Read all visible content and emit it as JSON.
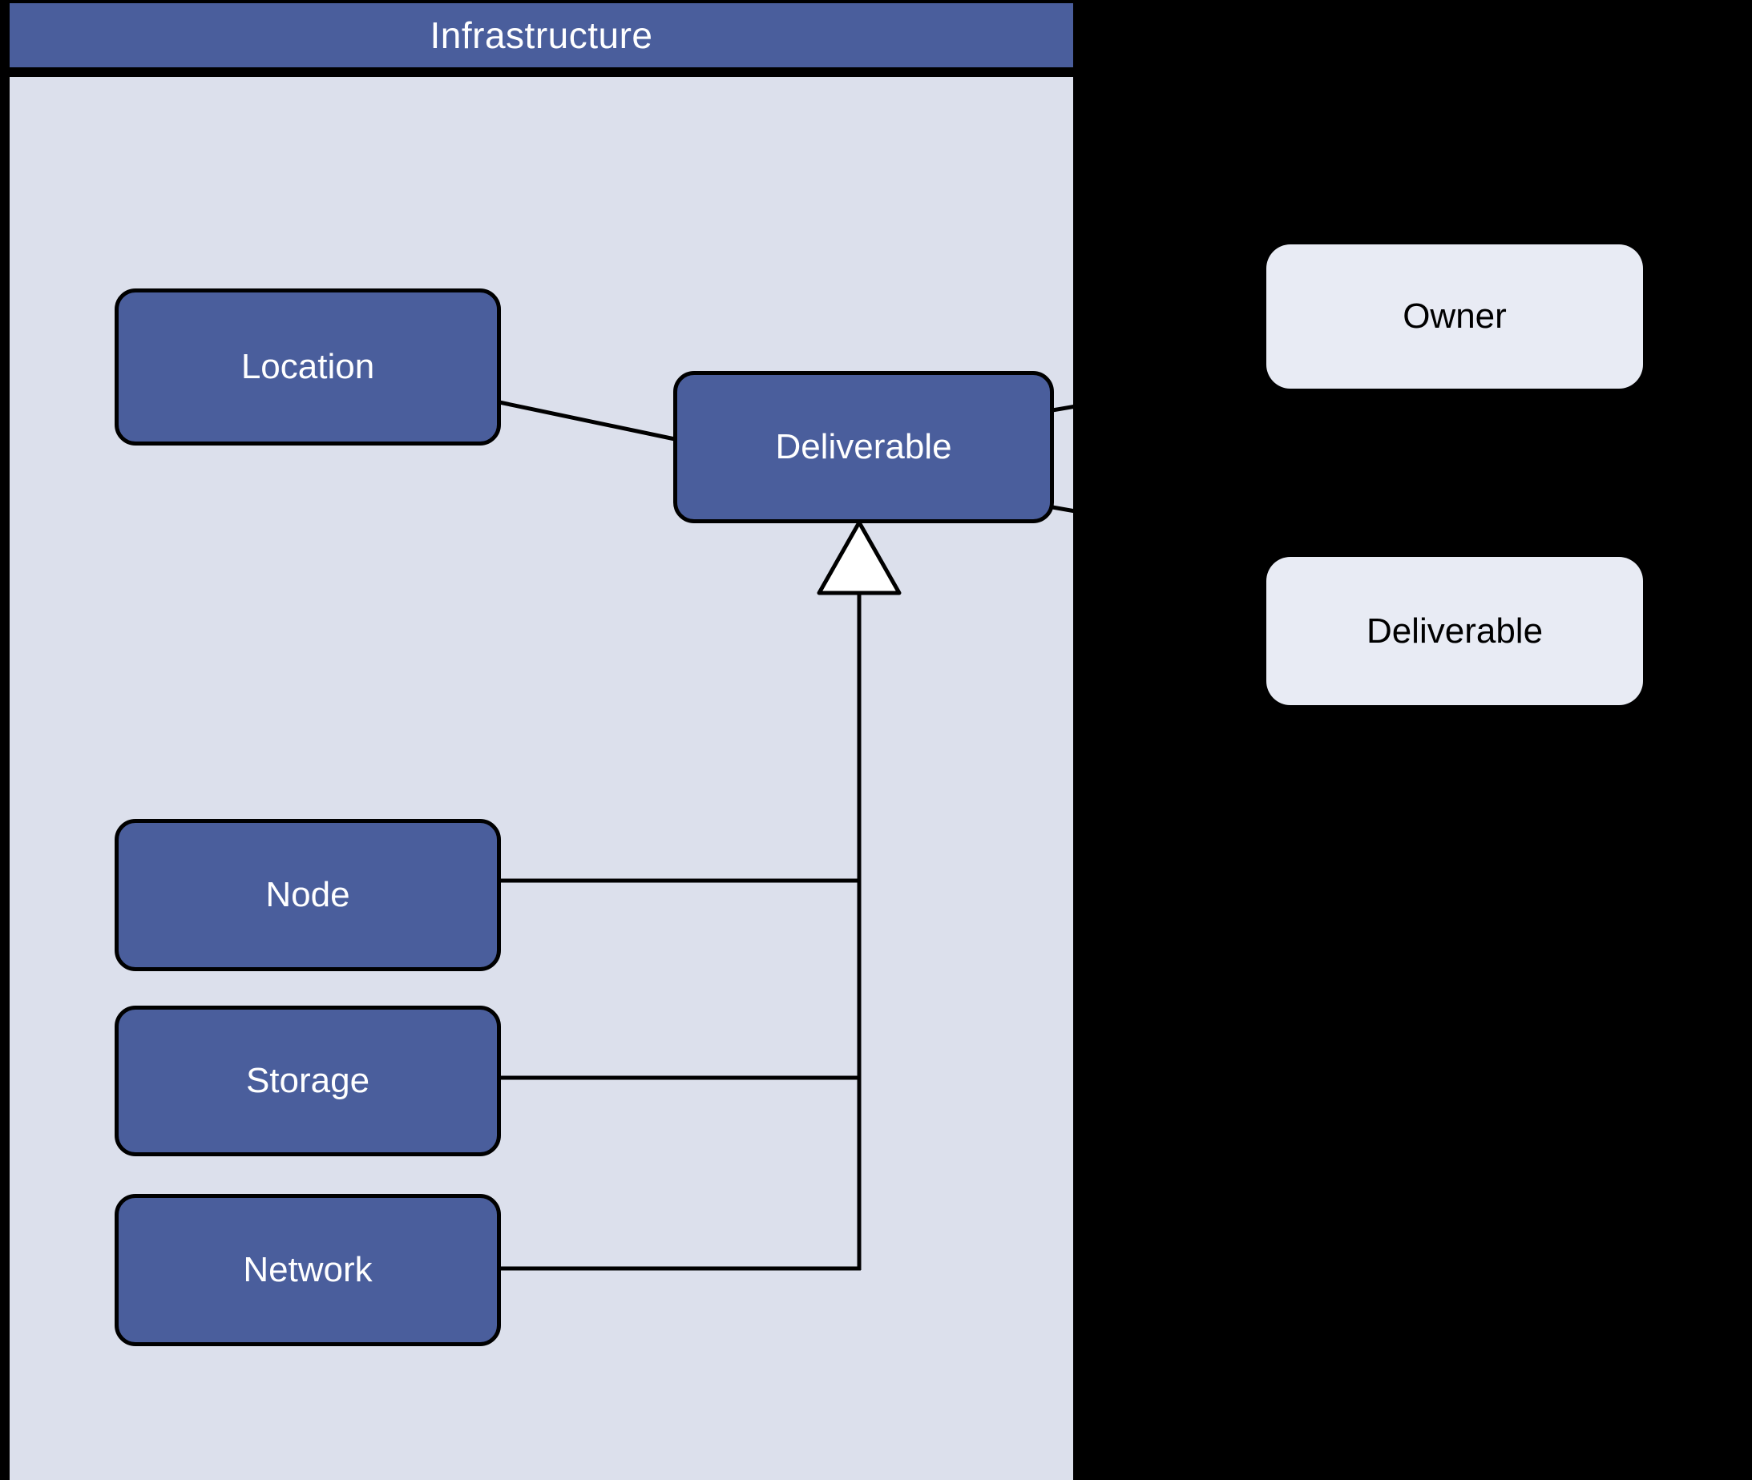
{
  "package": {
    "title": "Infrastructure",
    "header_color": "#4a5e9c",
    "body_color": "#dce0ec",
    "border_color": "#000000",
    "title_color": "#ffffff"
  },
  "classes": [
    {
      "id": "location",
      "label": "Location",
      "fill": "#4a5e9c",
      "text_color": "#ffffff"
    },
    {
      "id": "deliverable",
      "label": "Deliverable",
      "fill": "#4a5e9c",
      "text_color": "#ffffff"
    },
    {
      "id": "node",
      "label": "Node",
      "fill": "#4a5e9c",
      "text_color": "#ffffff"
    },
    {
      "id": "storage",
      "label": "Storage",
      "fill": "#4a5e9c",
      "text_color": "#ffffff"
    },
    {
      "id": "network",
      "label": "Network",
      "fill": "#4a5e9c",
      "text_color": "#ffffff"
    }
  ],
  "legend": [
    {
      "id": "owner",
      "label": "Owner",
      "fill": "#e8ebf4",
      "text_color": "#000000"
    },
    {
      "id": "deliverable",
      "label": "Deliverable",
      "fill": "#e8ebf4",
      "text_color": "#000000"
    }
  ],
  "relationships": [
    {
      "type": "association",
      "from": "Location",
      "to": "Deliverable"
    },
    {
      "type": "association",
      "from": "Deliverable",
      "to": "Owner"
    },
    {
      "type": "association",
      "from": "Deliverable",
      "to": "Deliverable"
    },
    {
      "type": "generalization",
      "from": "Node",
      "to": "Deliverable"
    },
    {
      "type": "generalization",
      "from": "Storage",
      "to": "Deliverable"
    },
    {
      "type": "generalization",
      "from": "Network",
      "to": "Deliverable"
    }
  ],
  "canvas": {
    "background": "#000000",
    "line_color": "#000000",
    "generalization_arrow_fill": "#ffffff"
  }
}
